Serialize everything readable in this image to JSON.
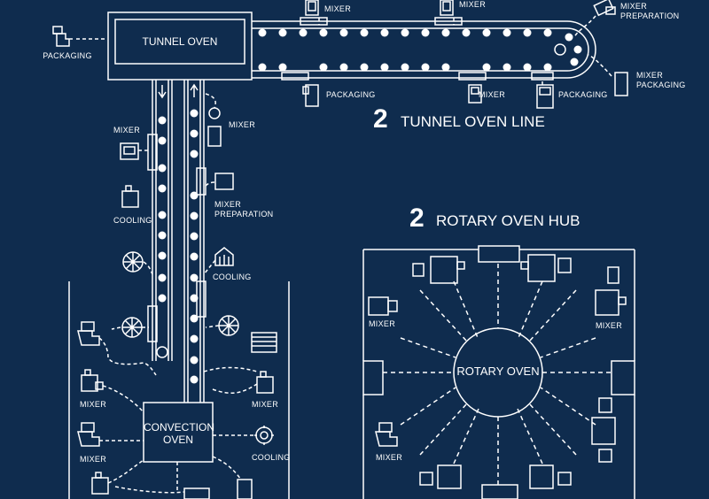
{
  "sections": {
    "tunnel": {
      "number": "2",
      "title": "TUNNEL OVEN LINE"
    },
    "rotary": {
      "number": "2",
      "title": "ROTARY OVEN HUB"
    }
  },
  "stations": {
    "tunnel_oven": "TUNNEL OVEN",
    "convection_oven": "CONVECTION\nOVEN",
    "rotary_oven": "ROTARY OVEN"
  },
  "labels": {
    "packaging_top_left": "PACKAGING",
    "mixer_top_1": "MIXER",
    "mixer_top_2": "MIXER",
    "mixer_preparation_top_right": "MIXER\nPREPARATION",
    "packaging_bottom_1": "PACKAGING",
    "mixer_bottom": "MIXER",
    "packaging_bottom_2": "PACKAGING",
    "mixer_packaging": "MIXER\nPACKAGING",
    "mixer_left_column": "MIXER",
    "mixer_right_column": "MIXER",
    "cooling_left_column": "COOLING",
    "mixer_preparation_column": "MIXER\nPREPARATION",
    "cooling_right_column": "COOLING",
    "mixer_zone_1": "MIXER",
    "mixer_zone_2": "MIXER",
    "mixer_zone_right": "MIXER",
    "cooling_zone": "COOLING",
    "mixer_hub_left_top": "MIXER",
    "mixer_hub_right_top": "MIXER",
    "mixer_hub_left_bottom": "MIXER"
  },
  "icons": [
    "mixer-icon",
    "fan-icon",
    "cutting-board-icon",
    "package-icon",
    "tablet-icon",
    "equipment-icon",
    "bread-icon",
    "gear-icon",
    "tray-icon"
  ],
  "colors": {
    "background": "#0f2c4e",
    "line": "#ffffff"
  }
}
